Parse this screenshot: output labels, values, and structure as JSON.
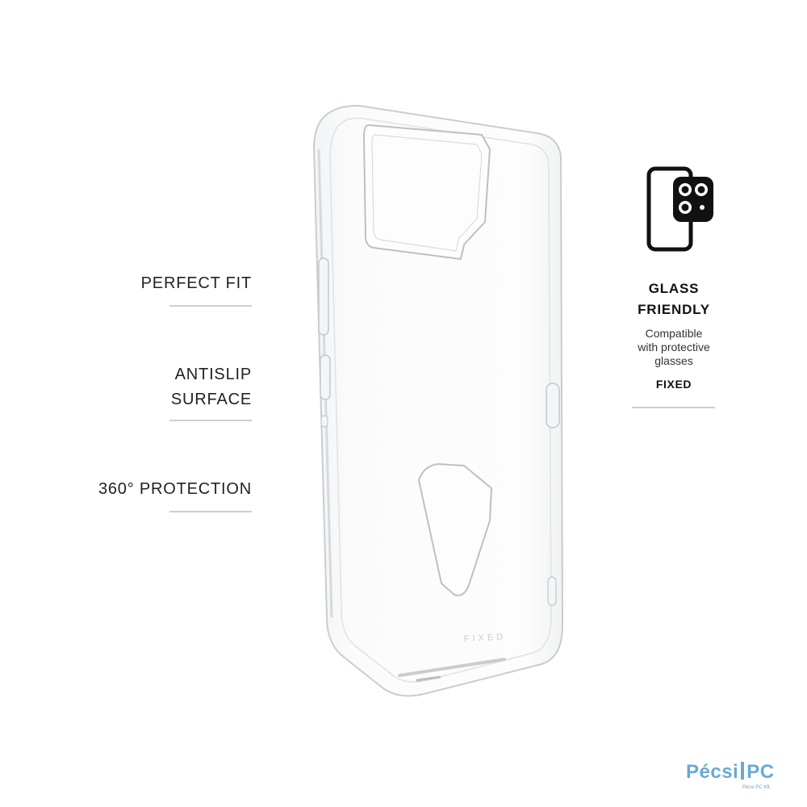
{
  "features": [
    {
      "lines": [
        "PERFECT FIT"
      ]
    },
    {
      "lines": [
        "ANTISLIP",
        "SURFACE"
      ]
    },
    {
      "lines": [
        "360° PROTECTION"
      ]
    }
  ],
  "glass_friendly": {
    "icon": "phone-with-camera-glass-icon",
    "title_line1": "GLASS",
    "title_line2": "FRIENDLY",
    "desc_line1": "Compatible",
    "desc_line2": "with protective",
    "desc_line3": "glasses",
    "brand": "FIXED"
  },
  "case": {
    "icon": "clear-phone-case-icon",
    "logo_text": "FIXED"
  },
  "watermark": {
    "text_left": "Pécsi",
    "text_right": "PC",
    "sub": "Pécsi PC Kft.",
    "color": "#69a9d6"
  }
}
